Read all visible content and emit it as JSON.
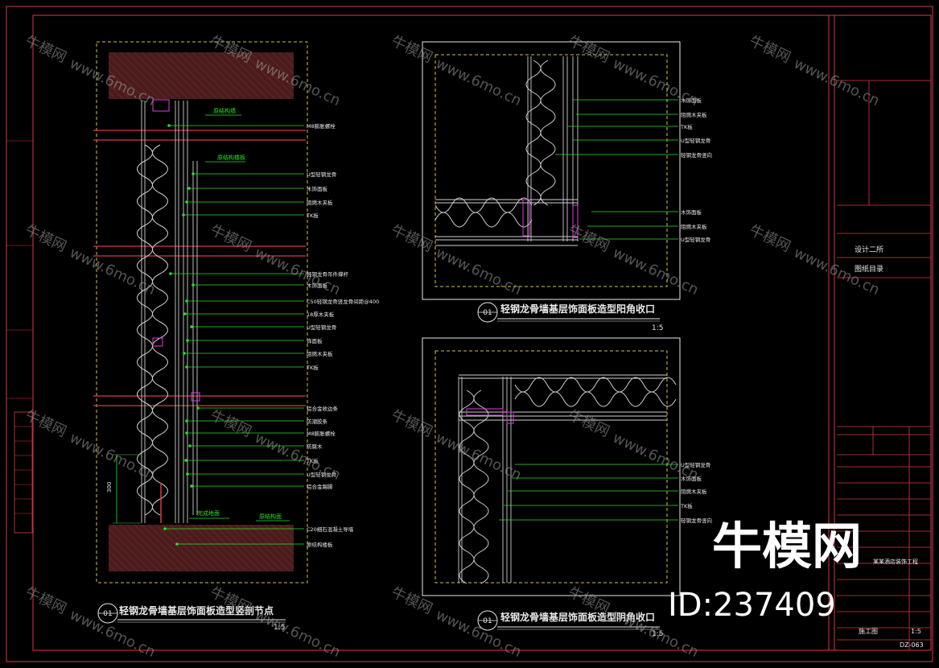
{
  "colors": {
    "background": "#000000",
    "frame": "#d83a44",
    "leader": "#29e029",
    "text": "#e8e8e8",
    "magenta": "#e040e0",
    "hatch": "#6e2a2a",
    "slab": "#4a1c1c",
    "dash": "#d8c040",
    "watermark": "#9a9a9a"
  },
  "detail_left": {
    "top_tags": [
      "原结构墙",
      "原结构楼板"
    ],
    "labels": [
      "M8膨胀螺栓",
      "U型轻钢龙骨",
      "木饰面板",
      "阻燃木夹板",
      "TK板",
      "轻钢龙骨吊件撑杆",
      "木饰面板",
      "C50轻钢龙骨竖龙骨间距@400",
      "18厚木夹板",
      "U型轻钢龙骨",
      "饰面板",
      "阻燃木夹板",
      "TK板",
      "铝合金收边条",
      "防潮胶条",
      "M8膨胀螺栓",
      "防腐木",
      "TK板",
      "U型轻钢龙骨",
      "铝合金踢脚",
      "C20细石混凝土导墙",
      "原结构楼板"
    ],
    "dimension": "300",
    "bottom_tags": [
      "完成地面",
      "原结构面"
    ],
    "title": "轻钢龙骨墙基层饰面板造型竖剖节点",
    "number": "01",
    "scale": "1:5"
  },
  "detail_right_top": {
    "labels_a": [
      "木饰面板",
      "阻燃木夹板",
      "TK板",
      "U型轻钢龙骨",
      "轻钢龙骨竖向"
    ],
    "labels_b": [
      "木饰面板",
      "阻燃木夹板",
      "U型轻钢龙骨"
    ],
    "title": "轻钢龙骨墙基层饰面板造型阳角收口",
    "number": "01",
    "scale": "1:5"
  },
  "detail_right_bottom": {
    "labels": [
      "U型轻钢龙骨",
      "木饰面板",
      "阻燃木夹板",
      "TK板",
      "轻钢龙骨竖向"
    ],
    "title": "轻钢龙骨墙基层饰面板造型阴角收口",
    "number": "01",
    "scale": "1:5"
  },
  "title_block": {
    "dept": "设计二所",
    "drawing_name": "图纸目录",
    "stage": "施工图",
    "scale_value": "1:5",
    "drawing_no": "DZ-063",
    "project": "某某酒店装饰工程"
  },
  "watermark": {
    "brand": "牛模网",
    "site": "www.6mo.cn",
    "id_text": "ID:237409"
  }
}
